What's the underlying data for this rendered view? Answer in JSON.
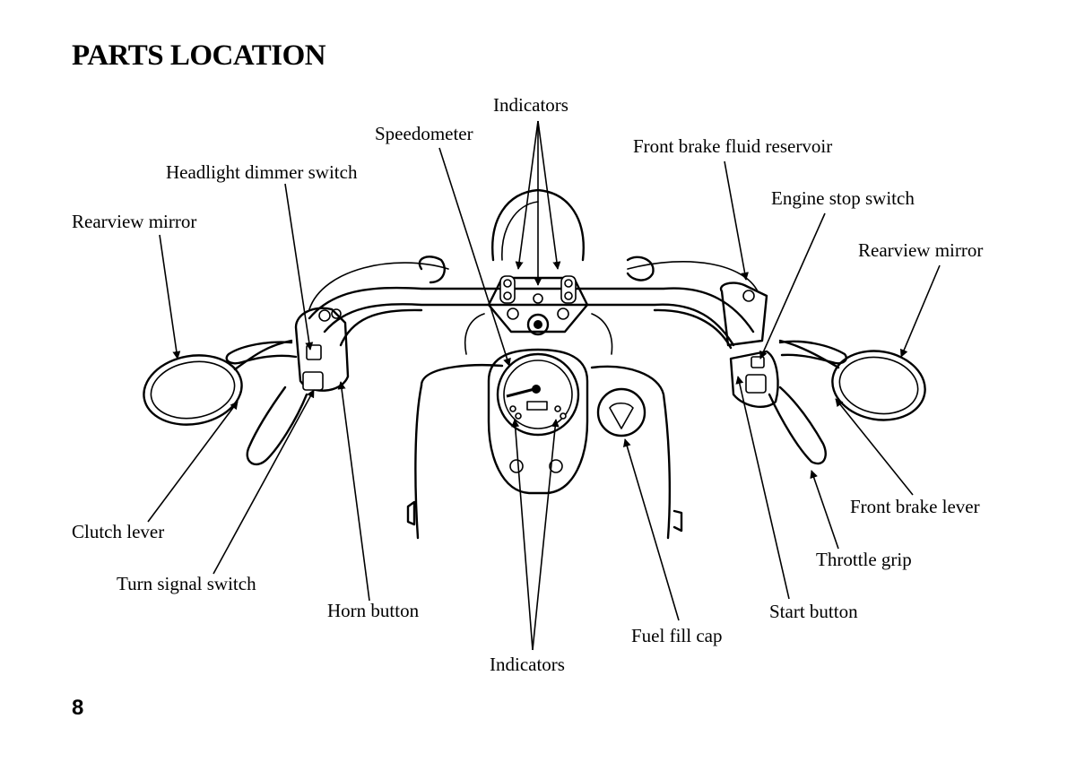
{
  "page": {
    "title": "PARTS LOCATION",
    "page_number": "8"
  },
  "labels": {
    "indicators_top": "Indicators",
    "speedometer": "Speedometer",
    "headlight_dimmer_switch": "Headlight dimmer switch",
    "rearview_mirror_left": "Rearview mirror",
    "front_brake_fluid_reservoir": "Front brake fluid reservoir",
    "engine_stop_switch": "Engine stop switch",
    "rearview_mirror_right": "Rearview mirror",
    "clutch_lever": "Clutch lever",
    "turn_signal_switch": "Turn signal switch",
    "horn_button": "Horn button",
    "indicators_bottom": "Indicators",
    "fuel_fill_cap": "Fuel fill cap",
    "start_button": "Start button",
    "throttle_grip": "Throttle grip",
    "front_brake_lever": "Front brake lever"
  }
}
